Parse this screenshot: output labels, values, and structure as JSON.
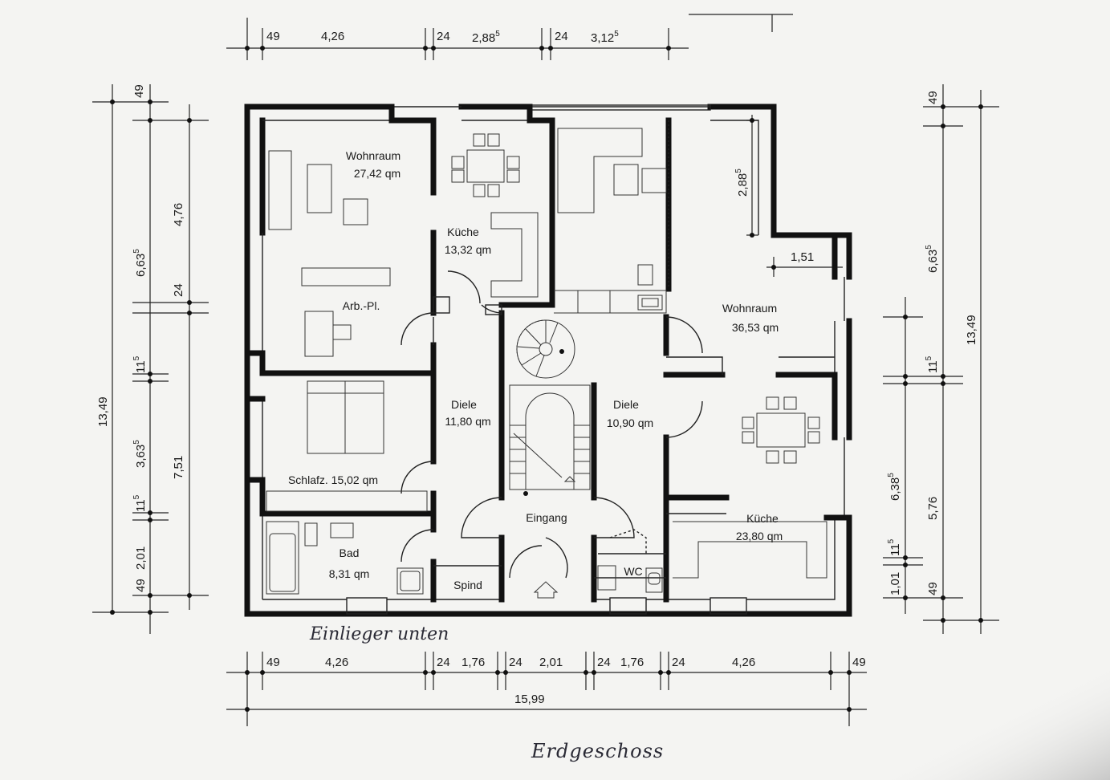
{
  "title": "Erdgeschoss",
  "note": "Einlieger unten",
  "rooms": [
    {
      "name": "Wohnraum",
      "area": "27,42 qm"
    },
    {
      "name": "Küche",
      "area": "13,32 qm"
    },
    {
      "name": "Arb.-Pl.",
      "area": ""
    },
    {
      "name": "Schlafz. 15,02 qm",
      "area": ""
    },
    {
      "name": "Diele",
      "area": "11,80 qm"
    },
    {
      "name": "Bad",
      "area": "8,31 qm"
    },
    {
      "name": "Spind",
      "area": ""
    },
    {
      "name": "Eingang",
      "area": ""
    },
    {
      "name": "Diele",
      "area": "10,90 qm"
    },
    {
      "name": "WC",
      "area": ""
    },
    {
      "name": "Wohnraum",
      "area": "36,53 qm"
    },
    {
      "name": "Küche",
      "area": "23,80 qm"
    }
  ],
  "dims_top": {
    "a": "49",
    "b": "4,26",
    "c": "24",
    "d": "2,88",
    "d_sup": "5",
    "e": "24",
    "f": "3,12",
    "f_sup": "5"
  },
  "dims_bottom": {
    "a": "49",
    "b": "4,26",
    "c": "24",
    "d": "1,76",
    "e": "24",
    "f": "2,01",
    "g": "24",
    "h": "1,76",
    "i": "24",
    "j": "4,26",
    "k": "49",
    "total": "15,99"
  },
  "dims_left": {
    "a": "49",
    "b": "4,76",
    "c": "24",
    "d": "7,51",
    "e": "6,63",
    "e_sup": "5",
    "f": "11",
    "f_sup": "5",
    "g": "3,63",
    "g_sup": "5",
    "h": "11",
    "h_sup": "5",
    "i": "2,01",
    "j": "49",
    "total": "13,49"
  },
  "dims_right": {
    "a": "49",
    "b": "6,63",
    "b_sup": "5",
    "c": "11",
    "c_sup": "5",
    "d": "6,38",
    "d_sup": "5",
    "e": "11",
    "e_sup": "5",
    "f": "1,01",
    "g": "49",
    "h": "5,76",
    "total": "13,49"
  },
  "dims_inner": {
    "a": "2,88",
    "a_sup": "5",
    "b": "1,51"
  }
}
